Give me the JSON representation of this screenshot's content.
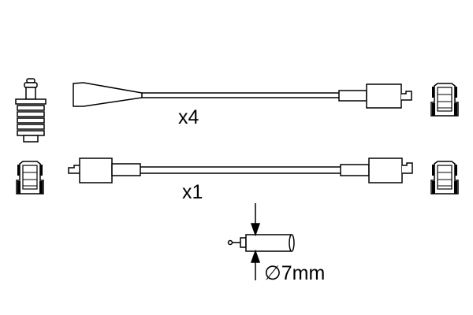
{
  "diagram": {
    "title": "",
    "colors": {
      "line": "#000000",
      "background": "#ffffff"
    },
    "cables": [
      {
        "quantity_label": "x4"
      },
      {
        "quantity_label": "x1"
      }
    ],
    "cross_section": {
      "diameter_symbol": "∅",
      "diameter_value": "7mm"
    }
  }
}
